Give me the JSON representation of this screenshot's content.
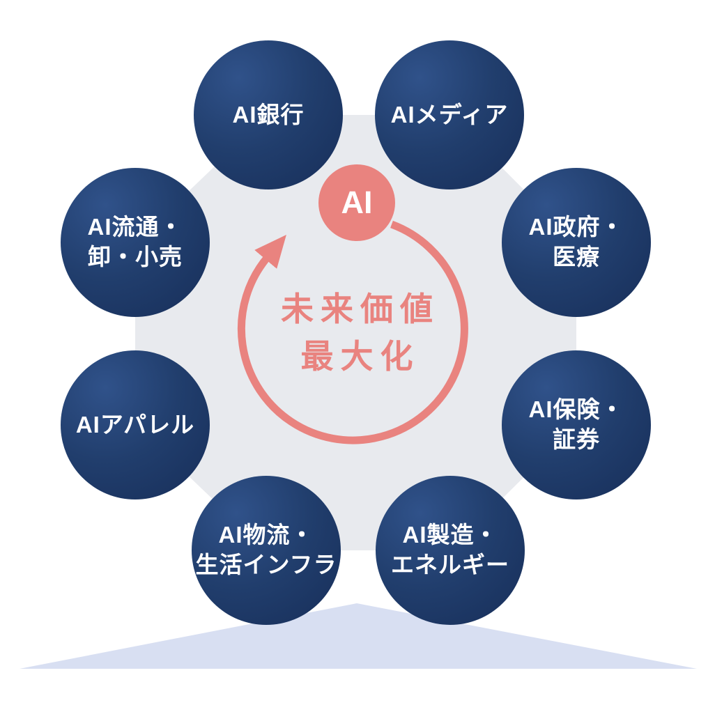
{
  "diagram": {
    "center_badge": "AI",
    "center_text": "未来価値\n最大化",
    "nodes": [
      {
        "label": "AI銀行"
      },
      {
        "label": "AIメディア"
      },
      {
        "label": "AI政府・\n医療"
      },
      {
        "label": "AI保険・\n証券"
      },
      {
        "label": "AI製造・\nエネルギー"
      },
      {
        "label": "AI物流・\n生活インフラ"
      },
      {
        "label": "AIアパレル"
      },
      {
        "label": "AI流通・\n卸・小売"
      }
    ],
    "colors": {
      "accent_pink": "#e9837f",
      "node_navy": "#213e6d",
      "node_navy_light": "#30528a",
      "node_navy_dark": "#172e59",
      "octagon_gray": "#e8eaee",
      "triangle_blue": "#d8dff2"
    }
  }
}
